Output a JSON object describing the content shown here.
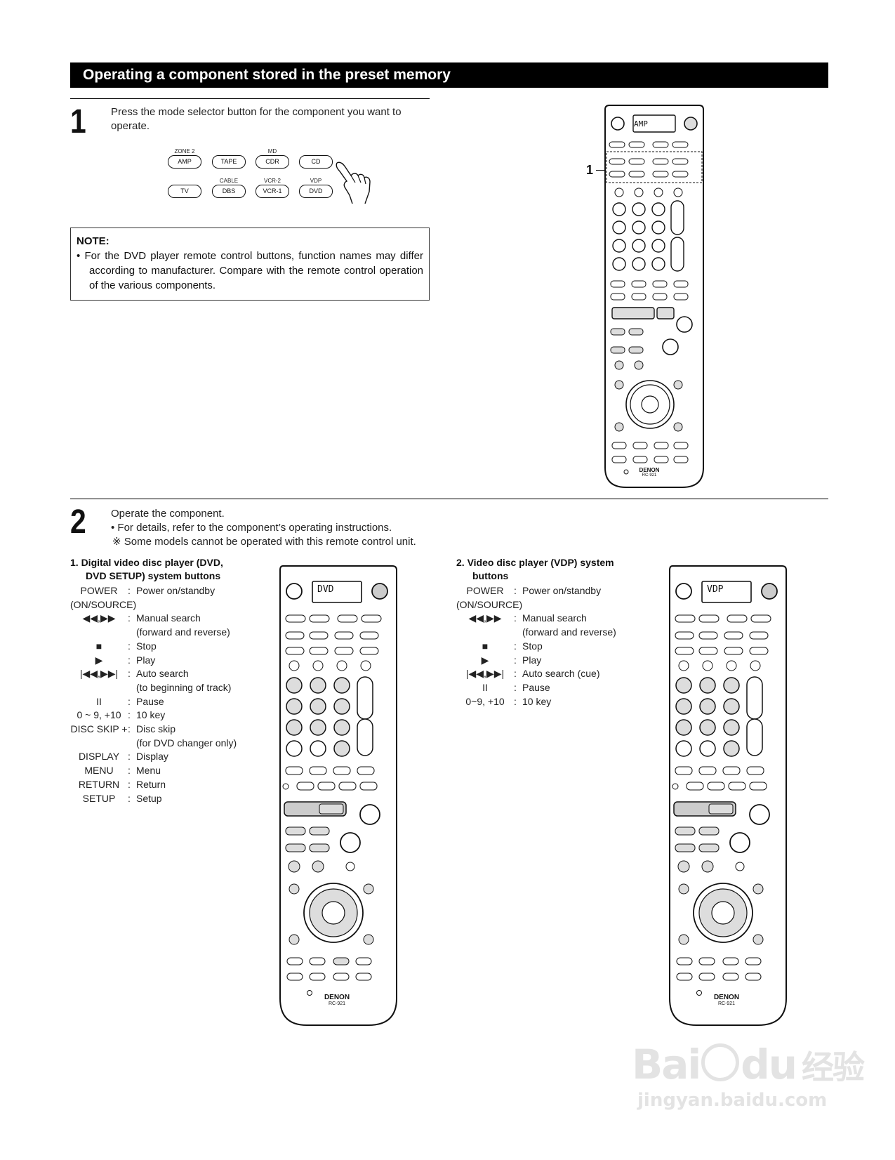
{
  "banner": "Operating a component stored in the preset memory",
  "step1": {
    "number": "1",
    "text": "Press the mode selector button for the component you want to operate.",
    "buttons_row1": [
      {
        "top_label": "ZONE 2",
        "label": "AMP"
      },
      {
        "top_label": "",
        "label": "TAPE"
      },
      {
        "top_label": "MD",
        "label": "CDR"
      },
      {
        "top_label": "",
        "label": "CD"
      }
    ],
    "buttons_row2": [
      {
        "top_label": "",
        "label": "TV"
      },
      {
        "top_label": "CABLE",
        "label": "DBS"
      },
      {
        "top_label": "VCR-2",
        "label": "VCR-1"
      },
      {
        "top_label": "VDP",
        "label": "DVD"
      }
    ],
    "callout": "1"
  },
  "note": {
    "title": "NOTE:",
    "text": "• For the DVD player remote control buttons, function names may differ according to manufacturer.  Compare with the remote control operation of the various components."
  },
  "step2": {
    "number": "2",
    "lines": [
      "Operate the component.",
      "• For details, refer to the component’s operating instructions.",
      "※ Some models cannot be operated with this remote control unit."
    ]
  },
  "section1": {
    "title_line1": "1.  Digital video disc player (DVD,",
    "title_line2": "DVD SETUP) system buttons",
    "rows": [
      {
        "key": "POWER",
        "sep": ":",
        "value": "Power on/standby"
      },
      {
        "key": "(ON/SOURCE)",
        "sep": "",
        "value": ""
      },
      {
        "key": "◀◀,▶▶",
        "sep": ":",
        "value": "Manual search"
      },
      {
        "key": "",
        "sep": "",
        "value": "(forward and reverse)"
      },
      {
        "key": "■",
        "sep": ":",
        "value": "Stop"
      },
      {
        "key": "▶",
        "sep": ":",
        "value": "Play"
      },
      {
        "key": "|◀◀,▶▶|",
        "sep": ":",
        "value": "Auto search"
      },
      {
        "key": "",
        "sep": "",
        "value": "(to beginning of track)"
      },
      {
        "key": "II",
        "sep": ":",
        "value": "Pause"
      },
      {
        "key": "0 ~ 9, +10",
        "sep": ":",
        "value": "10 key"
      },
      {
        "key": "DISC SKIP +",
        "sep": ":",
        "value": "Disc skip"
      },
      {
        "key": "",
        "sep": "",
        "value": "(for DVD changer only)"
      },
      {
        "key": "DISPLAY",
        "sep": ":",
        "value": "Display"
      },
      {
        "key": "MENU",
        "sep": ":",
        "value": "Menu"
      },
      {
        "key": "RETURN",
        "sep": ":",
        "value": "Return"
      },
      {
        "key": "SETUP",
        "sep": ":",
        "value": "Setup"
      }
    ]
  },
  "section2": {
    "title_line1": "2.  Video disc player (VDP) system",
    "title_line2": "buttons",
    "rows": [
      {
        "key": "POWER",
        "sep": ":",
        "value": "Power on/standby"
      },
      {
        "key": "(ON/SOURCE)",
        "sep": "",
        "value": ""
      },
      {
        "key": "◀◀,▶▶",
        "sep": ":",
        "value": "Manual search"
      },
      {
        "key": "",
        "sep": "",
        "value": "(forward and reverse)"
      },
      {
        "key": "■",
        "sep": ":",
        "value": "Stop"
      },
      {
        "key": "▶",
        "sep": ":",
        "value": "Play"
      },
      {
        "key": "|◀◀,▶▶|",
        "sep": ":",
        "value": "Auto search (cue)"
      },
      {
        "key": "II",
        "sep": ":",
        "value": "Pause"
      },
      {
        "key": "0~9, +10",
        "sep": ":",
        "value": "10 key"
      }
    ]
  },
  "remotes": {
    "top": {
      "display": "AMP",
      "brand": "DENON",
      "model": "RC-921"
    },
    "dvd": {
      "display": "DVD",
      "brand": "DENON",
      "model": "RC-921"
    },
    "vdp": {
      "display": "VDP",
      "brand": "DENON",
      "model": "RC-921"
    }
  },
  "watermark": {
    "line1": "Bai",
    "line2": "du",
    "line3": "经验",
    "line4": "jingyan.baidu.com"
  }
}
